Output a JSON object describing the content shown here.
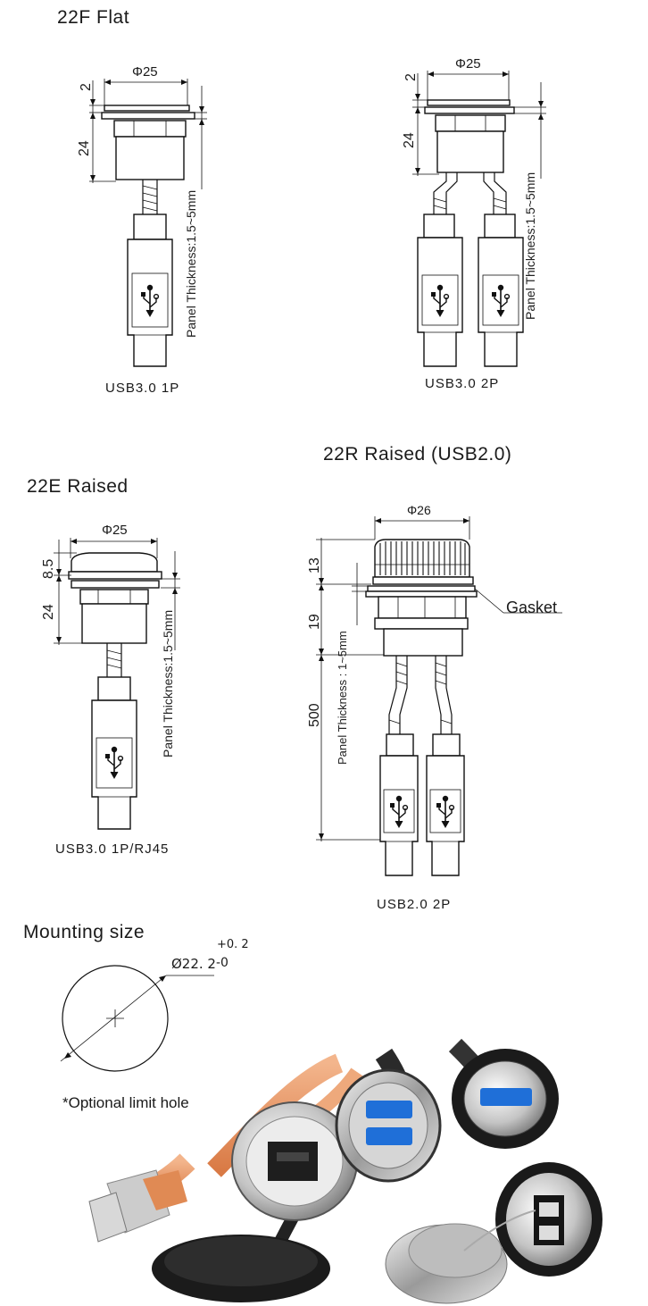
{
  "sections": {
    "flat_title": "22F  Flat",
    "raised_usb2_title": "22R  Raised (USB2.0)",
    "raised_title": "22E  Raised",
    "mounting_title": "Mounting size"
  },
  "flat_1p": {
    "diameter": "Φ25",
    "dim_top": "2",
    "dim_body": "24",
    "panel_note": "Panel Thickness:1.5~5mm",
    "caption": "USB3.0  1P"
  },
  "flat_2p": {
    "diameter": "Φ25",
    "dim_top": "2",
    "dim_body": "24",
    "panel_note": "Panel Thickness:1.5~5mm",
    "caption": "USB3.0  2P"
  },
  "raised_1p": {
    "diameter": "Φ25",
    "dim_top": "8.5",
    "dim_body": "24",
    "panel_note": "Panel Thickness:1.5~5mm",
    "caption": "USB3.0  1P/RJ45"
  },
  "raised_usb2": {
    "diameter": "Φ26",
    "dim_cap": "13",
    "dim_body": "19",
    "dim_cable": "500",
    "panel_note": "Panel Thickness : 1~5mm",
    "gasket_label": "Gasket",
    "caption": "USB2.0  2P"
  },
  "mounting": {
    "hole_diameter": "Ø22. 2",
    "tolerance_upper": "+0. 2",
    "tolerance_lower": "-0",
    "limit_note": "*Optional limit hole"
  },
  "icons": [
    "usb-icon",
    "rj45-port-icon",
    "usb-port-icon"
  ]
}
